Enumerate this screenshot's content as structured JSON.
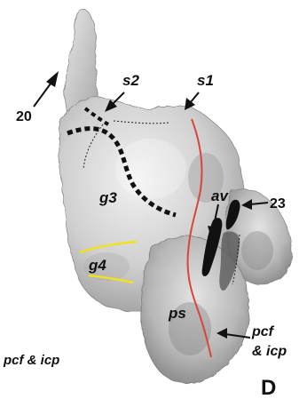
{
  "figure": {
    "panel_letter": "D",
    "labels": {
      "s1": "s1",
      "s2": "s2",
      "n20": "20",
      "n23": "23",
      "g3": "g3",
      "g4": "g4",
      "av": "av",
      "ps": "ps",
      "pcf_left": "pcf & icp",
      "pcf_right_line1": "pcf",
      "pcf_right_line2": "& icp"
    },
    "colors": {
      "surface": "#cfcfcf",
      "surface_shadow": "#9a9a9a",
      "red_line": "#d9453a",
      "yellow_line": "#f2e21a",
      "dotted_line": "#111111",
      "background": "#ffffff"
    }
  }
}
